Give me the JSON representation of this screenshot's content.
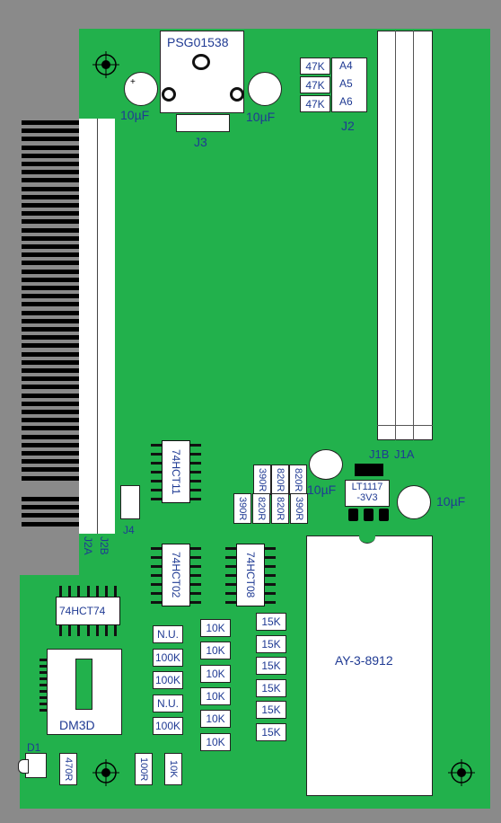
{
  "connector_top": "PSG01538",
  "jumpers": {
    "j3": "J3",
    "j2": "J2",
    "j4": "J4",
    "j1b": "J1B",
    "j1a": "J1A",
    "j2a": "J2A",
    "j2b": "J2B"
  },
  "j2_resistors": [
    "47K",
    "47K",
    "47K"
  ],
  "j2_pins": [
    "A4",
    "A5",
    "A6"
  ],
  "cap_values": {
    "c1": "10µF",
    "c2": "10µF",
    "c3": "10µF",
    "c4": "10µF"
  },
  "ic_labels": {
    "u1": "74HCT11",
    "u2": "74HCT02",
    "u3": "74HCT08",
    "u4": "74HCT74",
    "reg": "LT1117\n-3V3",
    "main": "AY-3-8912",
    "card": "DM3D"
  },
  "res_top_row": [
    "390R",
    "820R",
    "820R"
  ],
  "res_bottom_row": [
    "390R",
    "820R",
    "820R",
    "390R"
  ],
  "col_a": [
    "N.U.",
    "100K",
    "100K",
    "N.U.",
    "100K"
  ],
  "col_b": [
    "10K",
    "10K",
    "10K",
    "10K",
    "10K",
    "10K"
  ],
  "col_c": [
    "15K",
    "15K",
    "15K",
    "15K",
    "15K",
    "15K"
  ],
  "bottom_res": [
    "470R",
    "100R",
    "10K"
  ],
  "diode": "D1"
}
